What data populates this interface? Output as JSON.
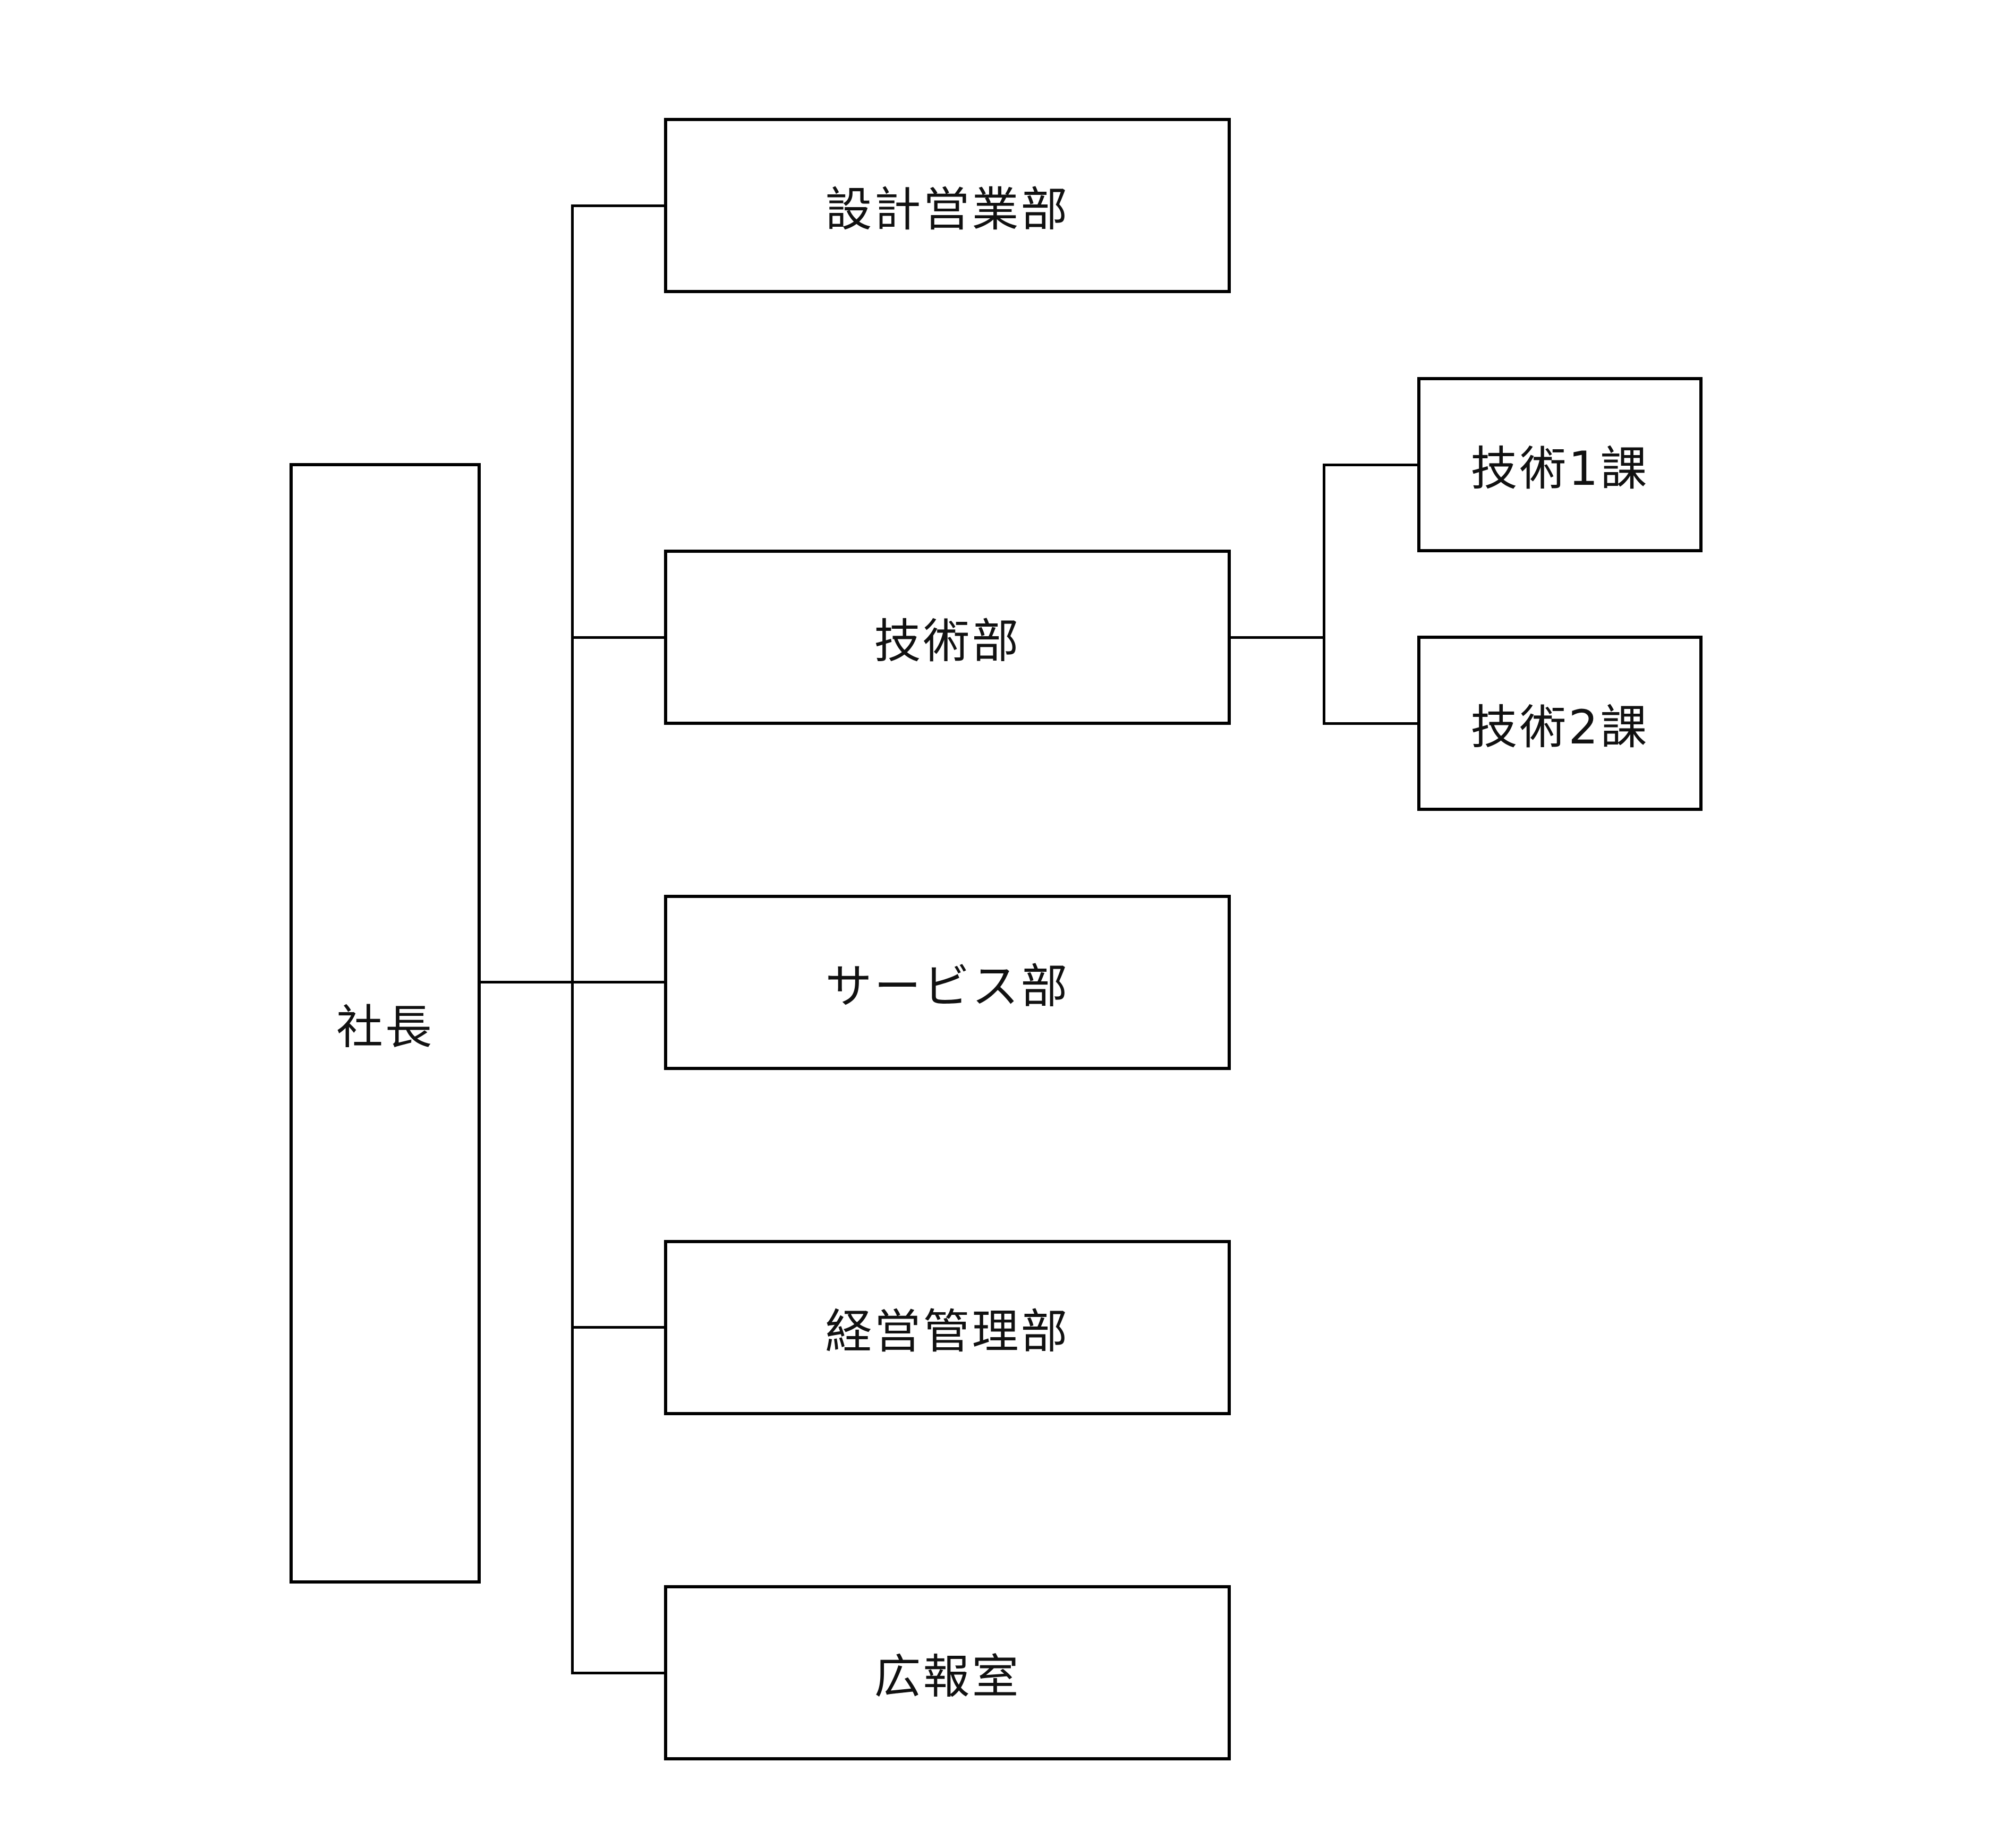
{
  "org_chart": {
    "president": {
      "label": "社長"
    },
    "departments": [
      {
        "label": "設計営業部"
      },
      {
        "label": "技術部"
      },
      {
        "label": "サービス部"
      },
      {
        "label": "経営管理部"
      },
      {
        "label": "広報室"
      }
    ],
    "tech_sections": [
      {
        "label": "技術1課"
      },
      {
        "label": "技術2課"
      }
    ]
  },
  "colors": {
    "line": "#000000",
    "box_border": "#000000",
    "box_fill": "#ffffff",
    "text": "#111111"
  }
}
